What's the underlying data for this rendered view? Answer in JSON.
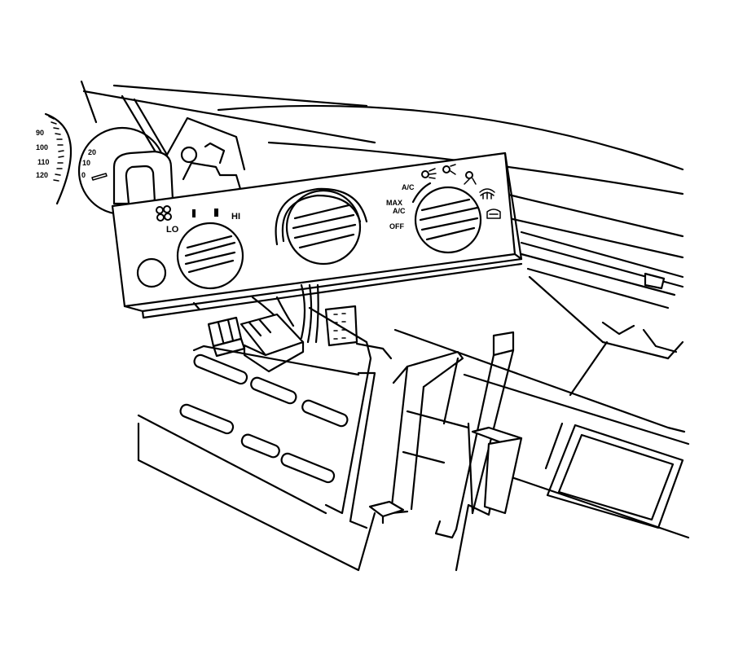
{
  "speedometer": {
    "scale_labels": [
      "90",
      "100",
      "110",
      "120"
    ],
    "inner_labels": [
      "20",
      "10",
      "0"
    ]
  },
  "control_panel": {
    "fan_labels": {
      "low": "LO",
      "high": "HI"
    },
    "mode_labels": {
      "ac": "A/C",
      "max": "MAX",
      "max_ac": "A/C",
      "off": "OFF"
    }
  },
  "icons": [
    "fan-icon",
    "vent-icon",
    "bilevel-icon",
    "floor-icon",
    "defrost-icon",
    "rear-defrost-icon"
  ]
}
